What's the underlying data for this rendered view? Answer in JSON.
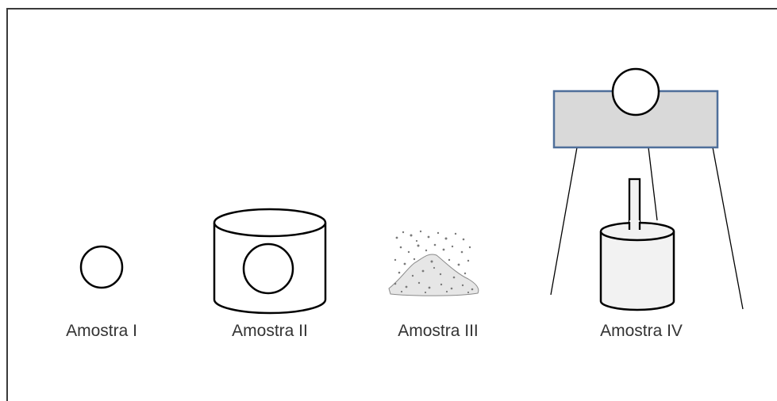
{
  "samples": [
    {
      "label": "Amostra I"
    },
    {
      "label": "Amostra II"
    },
    {
      "label": "Amostra III"
    },
    {
      "label": "Amostra IV"
    }
  ],
  "colors": {
    "stroke": "#000000",
    "frame": "#3a3a3a",
    "apparatus_fill": "#d9d9d9",
    "apparatus_border": "#4f6f9a",
    "cylinder_fill": "#f2f2f2",
    "powder": "#7a7a7a"
  }
}
